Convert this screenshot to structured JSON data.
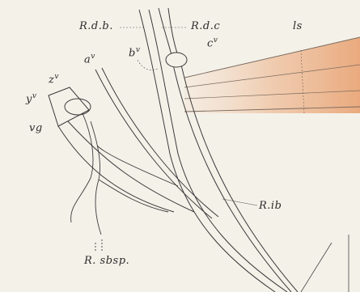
{
  "labels": {
    "rdb": "R.d.b.",
    "rdc": "R.d.c",
    "ls": "ls",
    "a": "a",
    "b": "b",
    "c": "c",
    "z": "z",
    "y": "y",
    "vg": "vg",
    "rib": "R.ib",
    "rsbsp": "R. sbsp.",
    "sup": "v"
  }
}
